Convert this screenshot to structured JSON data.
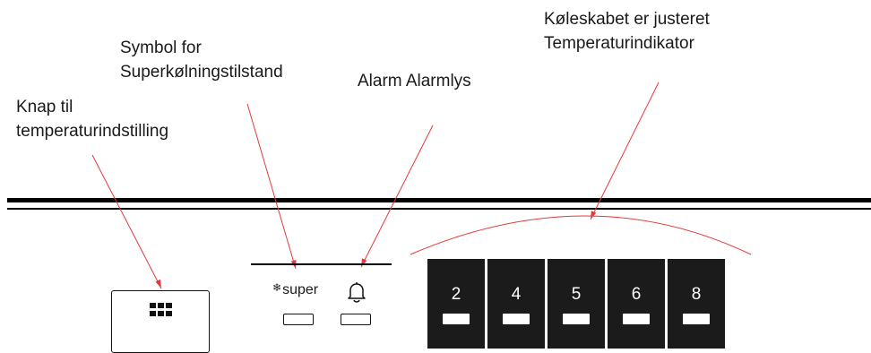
{
  "callouts": {
    "knap": [
      "Knap til",
      "temperaturindstilling"
    ],
    "super": [
      "Symbol for",
      "Superkølningstilstand"
    ],
    "alarm": "Alarm Alarmlys",
    "temp": [
      "Køleskabet er justeret",
      "Temperaturindikator"
    ]
  },
  "panel": {
    "super_label": "super",
    "snowflake_icon": "snowflake-icon",
    "bell_icon": "bell-icon",
    "keypad_icon": "keypad-icon",
    "temperature_steps": [
      "2",
      "4",
      "5",
      "6",
      "8"
    ]
  },
  "colors": {
    "leader_line": "#e23b3b",
    "indicator_block": "#1b1b1b"
  }
}
